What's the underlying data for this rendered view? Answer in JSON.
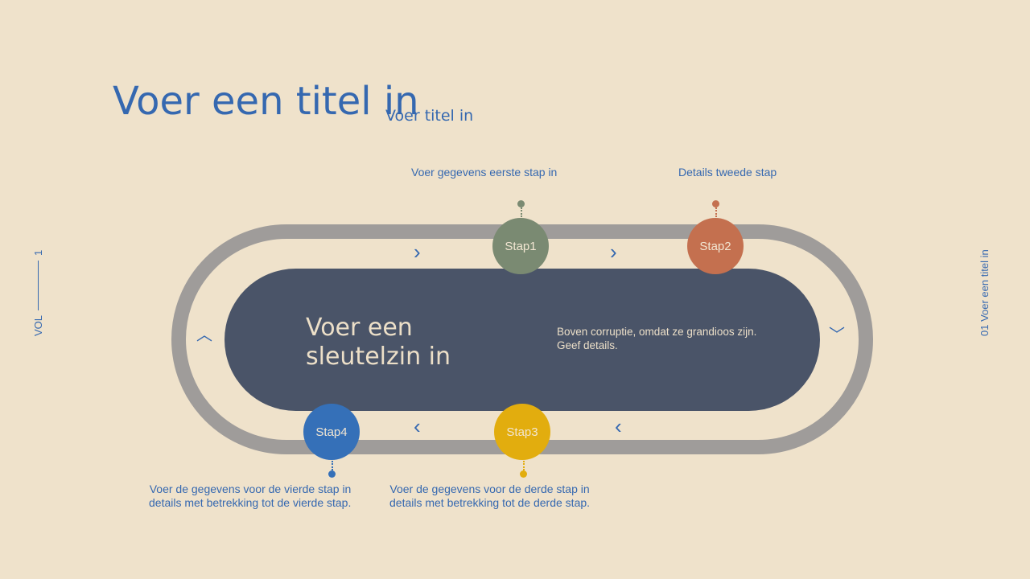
{
  "title": "Voer een titel in",
  "subtitle": "Voer titel in",
  "center": {
    "keyphrase_lines": [
      "Voer een",
      "sleutelzin in"
    ],
    "description_lines": [
      "Boven corruptie, omdat ze grandioos zijn.",
      "Geef details."
    ]
  },
  "steps": [
    {
      "label": "Stap1",
      "color": "#7a8a72",
      "text_lines": [
        "Voer gegevens eerste stap in"
      ]
    },
    {
      "label": "Stap2",
      "color": "#c4704f",
      "text_lines": [
        "Details tweede stap"
      ]
    },
    {
      "label": "Stap3",
      "color": "#e2ad0e",
      "text_lines": [
        "Voer de gegevens voor de derde stap in",
        "details met betrekking tot de derde stap."
      ]
    },
    {
      "label": "Stap4",
      "color": "#3570b8",
      "text_lines": [
        "Voer de gegevens voor de vierde stap in",
        "details met betrekking tot de vierde stap."
      ]
    }
  ],
  "side_left": {
    "prefix": "VOL",
    "number": "1"
  },
  "side_right": "01 Voer een titel in",
  "colors": {
    "accent": "#3568b0",
    "background": "#efe2cb",
    "panel": "#4a5468",
    "track": "#9f9c9a"
  },
  "arrows": {
    "right": "›",
    "left": "‹",
    "up": "︿",
    "down": "﹀"
  }
}
